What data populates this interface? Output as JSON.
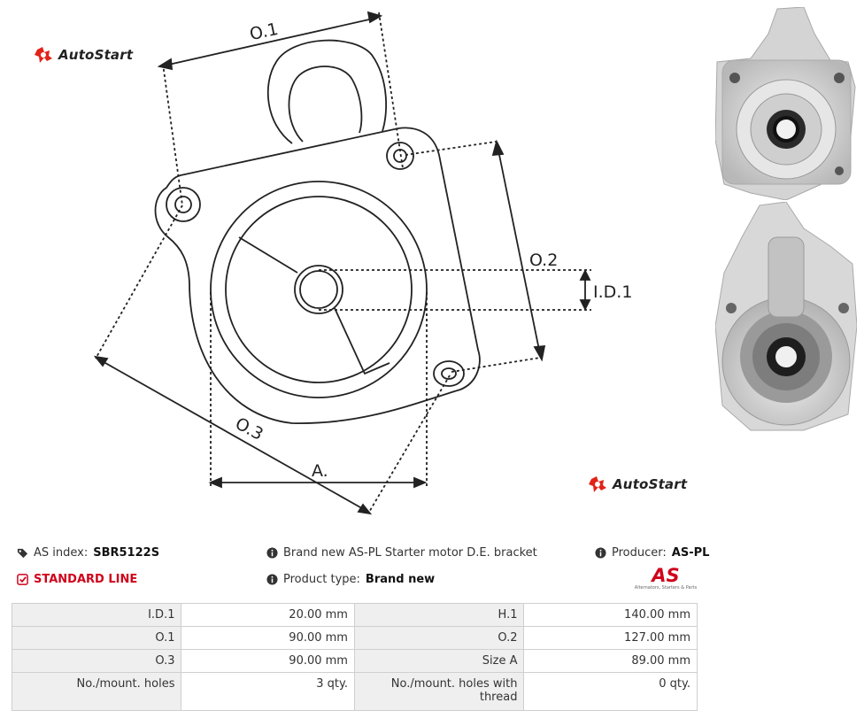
{
  "brand": {
    "logo_text": "AutoStart",
    "accent": "#e2231a"
  },
  "drawing": {
    "labels": {
      "o1": "O.1",
      "o2": "O.2",
      "o3": "O.3",
      "id1": "I.D.1",
      "a": "A."
    }
  },
  "photos": [
    {
      "icon": "bracket-front-photo"
    },
    {
      "icon": "bracket-rear-photo"
    }
  ],
  "info": {
    "as_index_label": "AS index:",
    "as_index_value": "SBR5122S",
    "standard_line": "STANDARD LINE",
    "description": "Brand new AS-PL Starter motor D.E. bracket",
    "product_type_label": "Product type:",
    "product_type_value": "Brand new",
    "producer_label": "Producer:",
    "producer_value": "AS-PL",
    "producer_logo_text": "AS",
    "producer_logo_sub": "Alternators, Starters & Parts"
  },
  "specs": [
    {
      "k1": "I.D.1",
      "v1": "20.00 mm",
      "k2": "H.1",
      "v2": "140.00 mm"
    },
    {
      "k1": "O.1",
      "v1": "90.00 mm",
      "k2": "O.2",
      "v2": "127.00 mm"
    },
    {
      "k1": "O.3",
      "v1": "90.00 mm",
      "k2": "Size A",
      "v2": "89.00 mm"
    },
    {
      "k1": "No./mount. holes",
      "v1": "3 qty.",
      "k2": "No./mount. holes with thread",
      "v2": "0 qty."
    }
  ]
}
